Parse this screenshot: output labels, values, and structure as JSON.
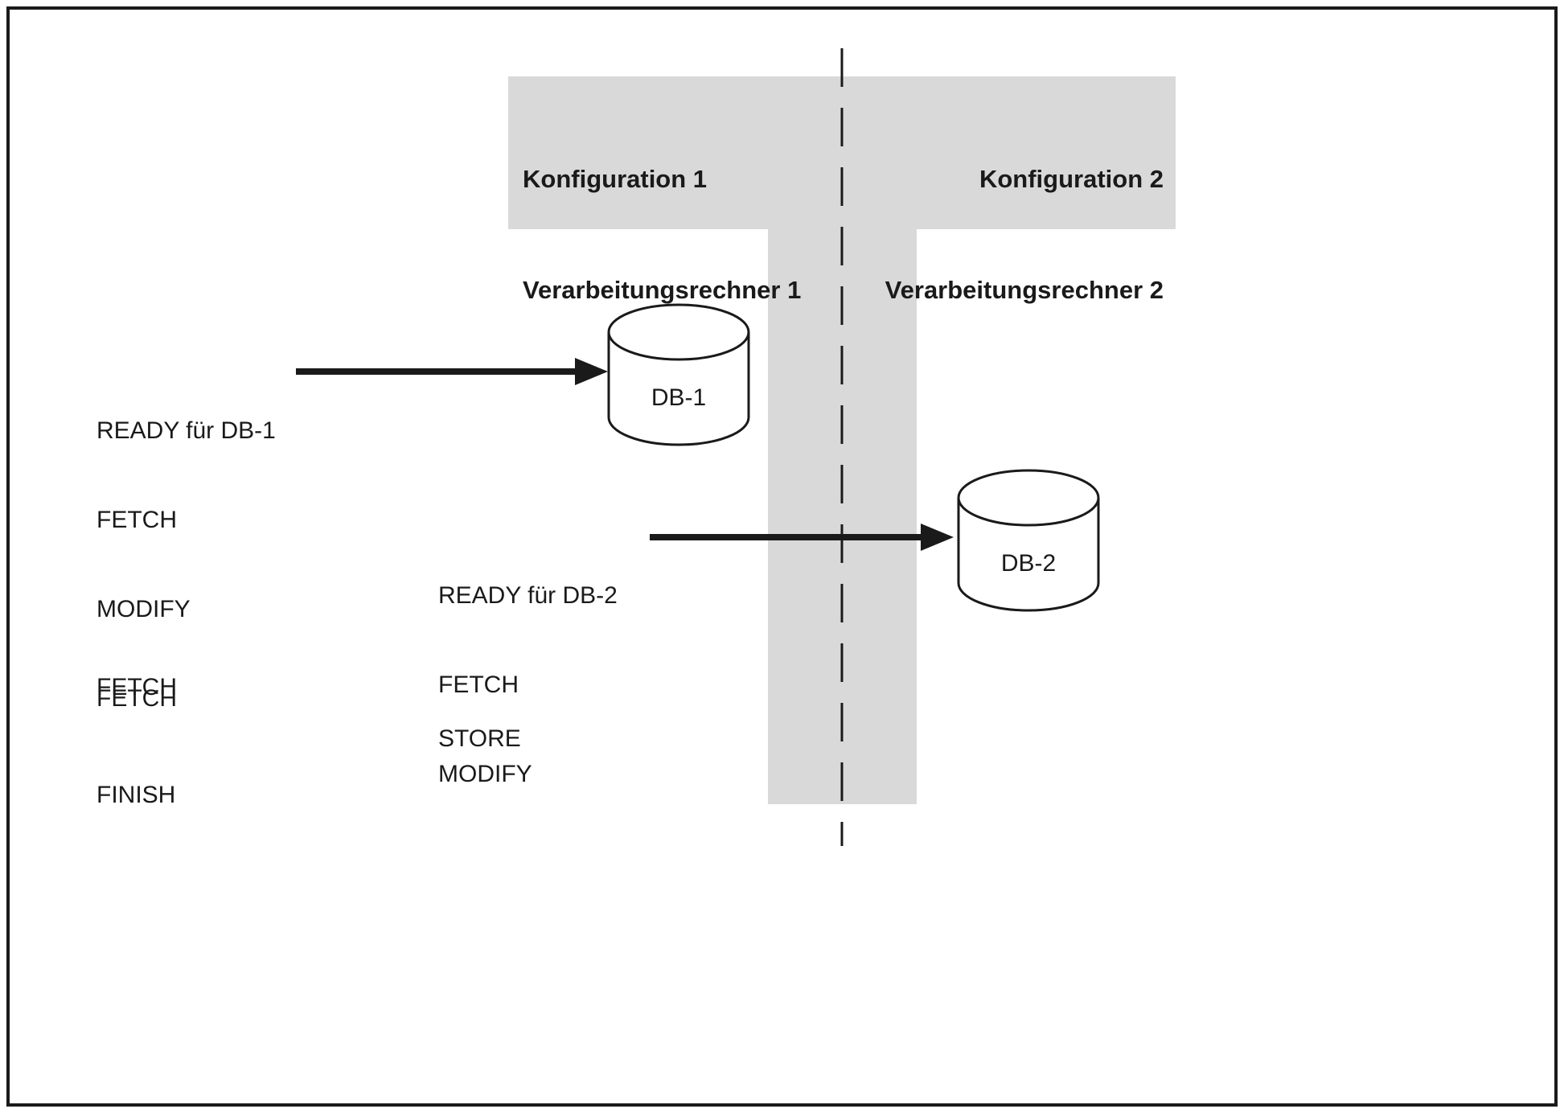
{
  "diagram": {
    "header": {
      "config1_line1": "Konfiguration 1",
      "config1_line2": "Verarbeitungsrechner 1",
      "config2_line1": "Konfiguration 2",
      "config2_line2": "Verarbeitungsrechner 2"
    },
    "db1": {
      "label": "DB-1"
    },
    "db2": {
      "label": "DB-2"
    },
    "left_block": {
      "lines": [
        "READY für DB-1",
        "FETCH",
        "MODIFY",
        "FETCH"
      ]
    },
    "mid_block": {
      "lines": [
        "READY für DB-2",
        "FETCH",
        "MODIFY"
      ]
    },
    "fetch_label": "FETCH",
    "store_label": "STORE",
    "finish_label": "FINISH",
    "colors": {
      "band": "#d9d9d9",
      "ink": "#1a1a1a",
      "background": "#ffffff"
    }
  }
}
